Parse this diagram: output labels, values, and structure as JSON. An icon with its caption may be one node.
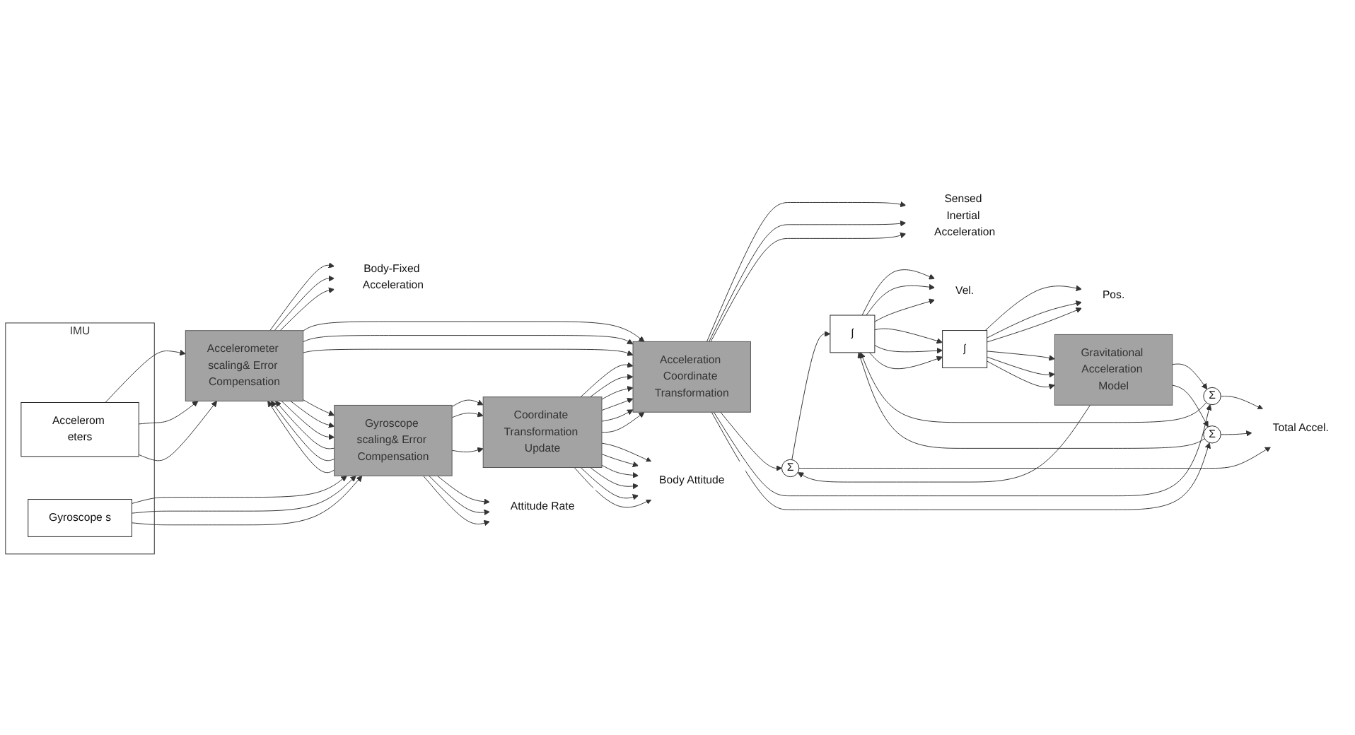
{
  "diagram": {
    "nodes": [
      {
        "text": [
          "IMU"
        ]
      },
      {
        "text": [
          "Accelerom eters"
        ],
        "in": 0
      },
      {
        "text": [
          "Gyroscope s"
        ],
        "in": 0
      },
      {
        "text": [
          "Accelerometer scaling& Error Compensation"
        ]
      },
      {
        "text": [
          "Gyroscope scaling& Error Compensation"
        ]
      },
      {
        "text": [
          "Acceleration Coordinate Transformation"
        ]
      },
      {
        "text": [
          "Coordinate Transformation Update"
        ]
      },
      {
        "text": [
          "Σ"
        ]
      },
      {
        "text": [
          "Σ"
        ]
      },
      {
        "text": [
          "Σ"
        ]
      },
      {
        "text": [
          "∫"
        ]
      },
      {
        "text": [
          "∫"
        ]
      },
      {
        "text": [
          "Gravitational Acceleration Model"
        ]
      },
      {
        "text": [
          "Body-Fixed Acceleration"
        ]
      },
      {
        "text": [
          "Sensed Inertial Acceleration"
        ]
      },
      {
        "text": [
          "Total Accel."
        ]
      },
      {
        "text": [
          "Vel."
        ]
      },
      {
        "text": [
          "Pos."
        ]
      },
      {
        "text": [
          "Attitude Rate"
        ]
      },
      {
        "text": [
          "Body Attitude"
        ]
      }
    ],
    "edges": [
      {
        "from": 1,
        "to": 3,
        "arrow": "to"
      },
      {
        "from": 1,
        "to": 3,
        "arrow": "to"
      },
      {
        "from": 1,
        "to": 3,
        "arrow": "to"
      },
      {
        "from": 2,
        "to": 4,
        "arrow": "to"
      },
      {
        "from": 2,
        "to": 4,
        "arrow": "to"
      },
      {
        "from": 2,
        "to": 4,
        "arrow": "to"
      },
      {
        "from": 3,
        "to": 13,
        "arrow": "to"
      },
      {
        "from": 3,
        "to": 13,
        "arrow": "to"
      },
      {
        "from": 3,
        "to": 13,
        "arrow": "to"
      },
      {
        "from": 3,
        "to": 5,
        "arrow": "to"
      },
      {
        "from": 3,
        "to": 5,
        "arrow": "to"
      },
      {
        "from": 3,
        "to": 5,
        "arrow": "to"
      },
      {
        "from": 4,
        "to": 3,
        "arrow": "to"
      },
      {
        "from": 4,
        "to": 3,
        "arrow": "to"
      },
      {
        "from": 4,
        "to": 3,
        "arrow": "to"
      },
      {
        "from": 3,
        "to": 4,
        "arrow": "to"
      },
      {
        "from": 3,
        "to": 4,
        "arrow": "to"
      },
      {
        "from": 3,
        "to": 4,
        "arrow": "to"
      },
      {
        "from": 4,
        "to": 6,
        "arrow": "to"
      },
      {
        "from": 4,
        "to": 6,
        "arrow": "to"
      },
      {
        "from": 4,
        "to": 6,
        "arrow": "to"
      },
      {
        "from": 4,
        "to": 18,
        "arrow": "to"
      },
      {
        "from": 4,
        "to": 18,
        "arrow": "to"
      },
      {
        "from": 4,
        "to": 18,
        "arrow": "to"
      },
      {
        "from": 6,
        "to": 5,
        "arrow": "to"
      },
      {
        "from": 6,
        "to": 5,
        "arrow": "to"
      },
      {
        "from": 6,
        "to": 5,
        "arrow": "to"
      },
      {
        "from": 6,
        "to": 5,
        "arrow": "to"
      },
      {
        "from": 6,
        "to": 5,
        "arrow": "to"
      },
      {
        "from": 6,
        "to": 5,
        "arrow": "to"
      },
      {
        "from": 6,
        "to": 19,
        "arrow": "to"
      },
      {
        "from": 6,
        "to": 19,
        "arrow": "to"
      },
      {
        "from": 6,
        "to": 19,
        "arrow": "to"
      },
      {
        "from": 6,
        "to": 19,
        "arrow": "to"
      },
      {
        "from": 6,
        "to": 19,
        "arrow": "to"
      },
      {
        "from": 6,
        "to": 19,
        "arrow": "to"
      },
      {
        "from": 5,
        "to": 14,
        "arrow": "to"
      },
      {
        "from": 5,
        "to": 14,
        "arrow": "to"
      },
      {
        "from": 5,
        "to": 14,
        "arrow": "to"
      },
      {
        "from": 5,
        "to": 7,
        "arrow": "to"
      },
      {
        "from": 5,
        "to": 8,
        "arrow": "to"
      },
      {
        "from": 5,
        "to": 9,
        "arrow": "to"
      },
      {
        "from": 12,
        "to": 7,
        "arrow": "to"
      },
      {
        "from": 12,
        "to": 8,
        "arrow": "to"
      },
      {
        "from": 12,
        "to": 9,
        "arrow": "to"
      },
      {
        "from": 7,
        "to": 10,
        "arrow": "to"
      },
      {
        "from": 8,
        "to": 10,
        "arrow": "to"
      },
      {
        "from": 9,
        "to": 10,
        "arrow": "to"
      },
      {
        "from": 7,
        "to": 15,
        "arrow": "to"
      },
      {
        "from": 8,
        "to": 15,
        "arrow": "to"
      },
      {
        "from": 9,
        "to": 15,
        "arrow": "to"
      },
      {
        "from": 10,
        "to": 16,
        "arrow": "to"
      },
      {
        "from": 10,
        "to": 16,
        "arrow": "to"
      },
      {
        "from": 10,
        "to": 16,
        "arrow": "to"
      },
      {
        "from": 10,
        "to": 11,
        "arrow": "to"
      },
      {
        "from": 10,
        "to": 11,
        "arrow": "to"
      },
      {
        "from": 10,
        "to": 11,
        "arrow": "to"
      },
      {
        "from": 11,
        "to": 17,
        "arrow": "to"
      },
      {
        "from": 11,
        "to": 17,
        "arrow": "to"
      },
      {
        "from": 11,
        "to": 17,
        "arrow": "to"
      },
      {
        "from": 11,
        "to": 12,
        "arrow": "to"
      },
      {
        "from": 11,
        "to": 12,
        "arrow": "to"
      },
      {
        "from": 11,
        "to": 12,
        "arrow": "to"
      }
    ]
  }
}
